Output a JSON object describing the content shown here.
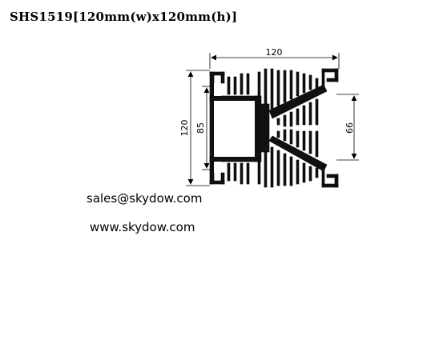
{
  "title": "SHS1519[120mm(w)x120mm(h)]",
  "dimensions": {
    "width": "120",
    "height": "120",
    "inner_height": "85",
    "right_height": "66"
  },
  "contact": {
    "email": "sales@skydow.com",
    "website": "www.skydow.com"
  }
}
